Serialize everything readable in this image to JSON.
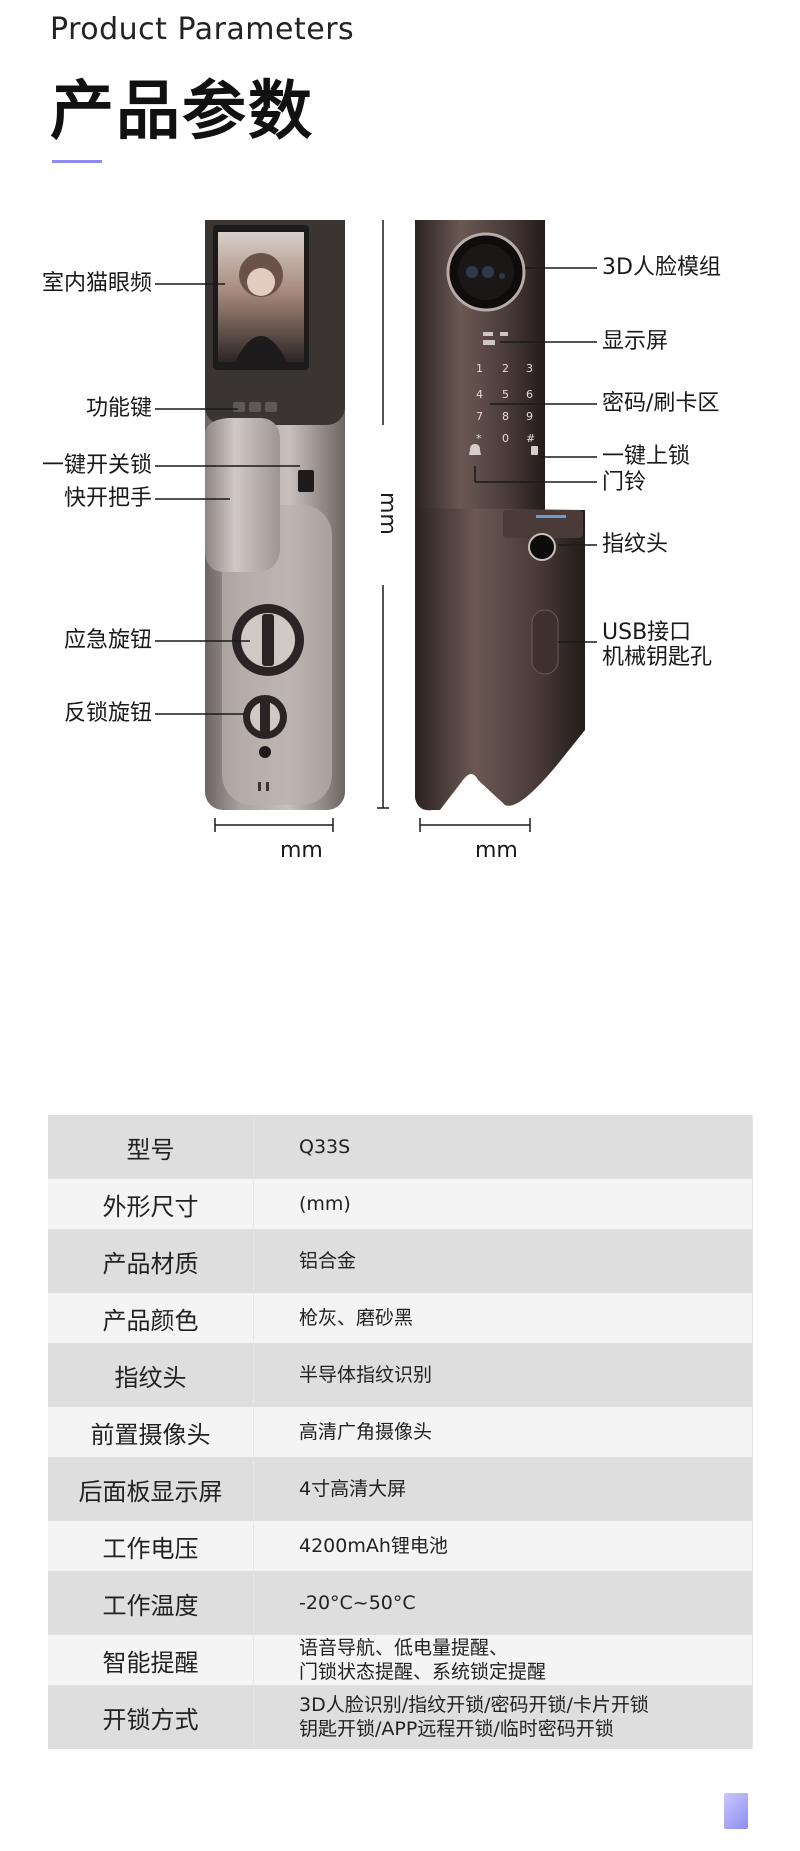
{
  "header": {
    "en_title": "Product Parameters",
    "cn_title": "产品参数",
    "accent_color": "#8c8cf0"
  },
  "diagram": {
    "left_labels": {
      "peephole": "室内猫眼频",
      "function_keys": "功能键",
      "one_key_lock": "一键开关锁",
      "handle": "快开把手",
      "emergency_knob": "应急旋钮",
      "anti_lock_knob": "反锁旋钮"
    },
    "right_labels": {
      "face_module": "3D人脸模组",
      "display": "显示屏",
      "keypad": "密码/刷卡区",
      "lock_button": "一键上锁",
      "doorbell": "门铃",
      "fingerprint": "指纹头",
      "usb": "USB接口",
      "key_hole": "机械钥匙孔"
    },
    "keypad_keys": [
      "1",
      "2",
      "3",
      "4",
      "5",
      "6",
      "7",
      "8",
      "9",
      "*",
      "0",
      "#"
    ],
    "dimension_unit": "mm"
  },
  "specs": [
    {
      "key": "型号",
      "value": [
        "Q33S"
      ]
    },
    {
      "key": "外形尺寸",
      "value": [
        "(mm)"
      ]
    },
    {
      "key": "产品材质",
      "value": [
        "铝合金"
      ]
    },
    {
      "key": "产品颜色",
      "value": [
        "枪灰、磨砂黑"
      ]
    },
    {
      "key": "指纹头",
      "value": [
        "半导体指纹识别"
      ]
    },
    {
      "key": "前置摄像头",
      "value": [
        "高清广角摄像头"
      ]
    },
    {
      "key": "后面板显示屏",
      "value": [
        "4寸高清大屏"
      ]
    },
    {
      "key": "工作电压",
      "value": [
        "4200mAh锂电池"
      ]
    },
    {
      "key": "工作温度",
      "value": [
        "-20°C~50°C"
      ]
    },
    {
      "key": "智能提醒",
      "value": [
        "语音导航、低电量提醒、",
        "门锁状态提醒、系统锁定提醒"
      ]
    },
    {
      "key": "开锁方式",
      "value": [
        "3D人脸识别/指纹开锁/密码开锁/卡片开锁",
        "钥匙开锁/APP远程开锁/临时密码开锁"
      ]
    }
  ]
}
